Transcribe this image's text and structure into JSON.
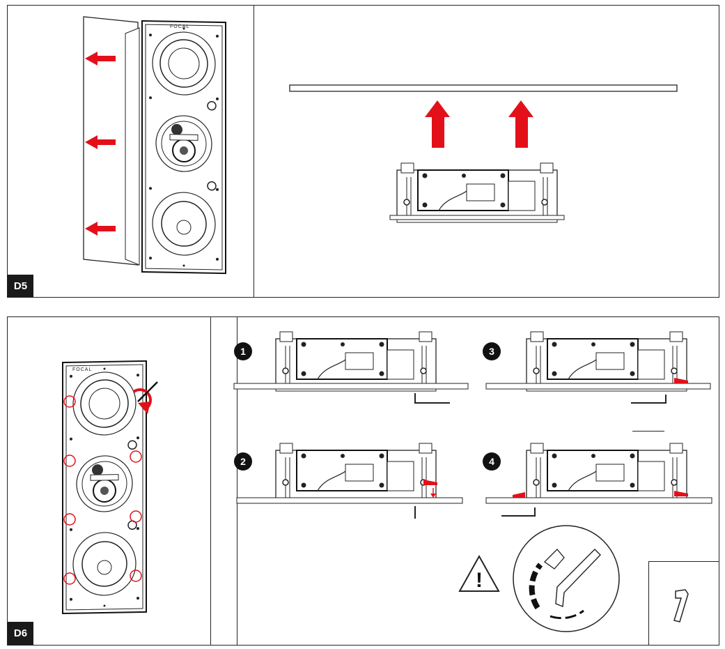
{
  "panels": {
    "d5": {
      "label": "D5"
    },
    "d6": {
      "label": "D6"
    }
  },
  "brand": "FOCAL",
  "steps": [
    "1",
    "2",
    "3",
    "4"
  ],
  "warning_symbol": "!",
  "colors": {
    "accent": "#e3101a",
    "line": "#222222"
  },
  "icons": [
    "arrow-left-icon",
    "arrow-up-icon",
    "rotate-arrow-icon",
    "warning-icon",
    "hex-key-icon",
    "circled-screw-icon"
  ]
}
